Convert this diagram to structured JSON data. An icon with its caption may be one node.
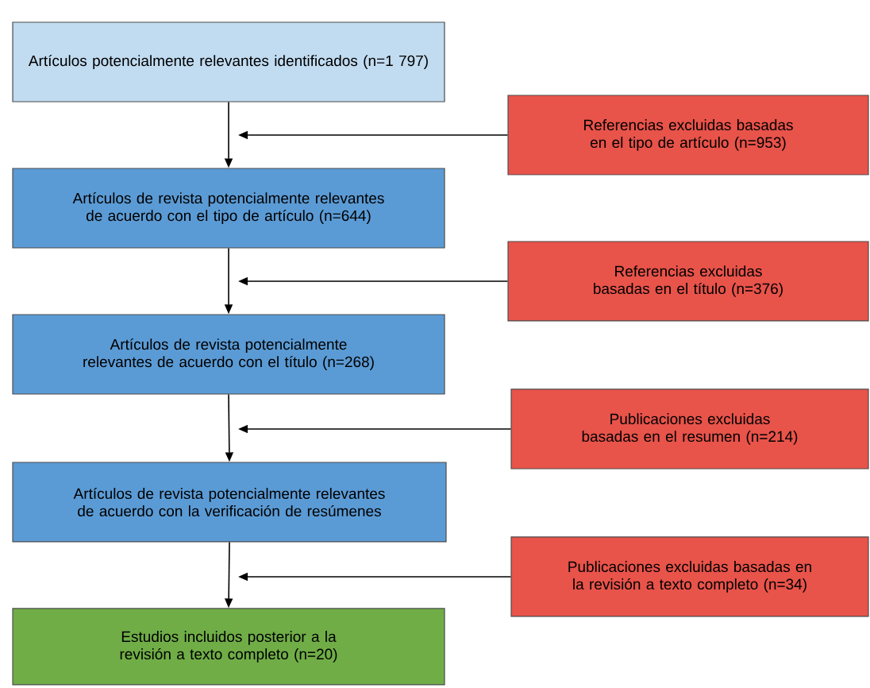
{
  "diagram": {
    "nodes": [
      {
        "text": [
          "Artículos potencialmente relevantes identificados (n=1 797)"
        ]
      },
      {
        "text": [
          "Artículos de revista potencialmente relevantes de acuerdo con el tipo de artículo (n=644)"
        ]
      },
      {
        "text": [
          "Artículos de revista potencialmente relevantes de acuerdo con el título (n=268)"
        ]
      },
      {
        "text": [
          "Artículos de revista potencialmente relevantes de acuerdo con la verificación de resúmenes"
        ]
      },
      {
        "text": [
          "Estudios incluidos posterior a la revisión a texto completo (n=20)"
        ]
      },
      {
        "text": [
          "Referencias excluidas basadas en el tipo de artículo (n=953)"
        ]
      },
      {
        "text": [
          "Referencias excluidas basadas en el título (n=376)"
        ]
      },
      {
        "text": [
          "Publicaciones excluidas basadas en el resumen (n=214)"
        ]
      },
      {
        "text": [
          "Publicaciones excluidas basadas en la revisión a texto completo (n=34)"
        ]
      }
    ],
    "edges": [
      {
        "from": 0,
        "to": 1,
        "arrow": "to"
      },
      {
        "from": 1,
        "to": 2,
        "arrow": "to"
      },
      {
        "from": 2,
        "to": 3,
        "arrow": "to"
      },
      {
        "from": 3,
        "to": 4,
        "arrow": "to"
      },
      {
        "from": 5,
        "to": null,
        "arrow": "to"
      },
      {
        "from": 6,
        "to": null,
        "arrow": "to"
      },
      {
        "from": 7,
        "to": null,
        "arrow": "to"
      },
      {
        "from": 8,
        "to": null,
        "arrow": "to"
      }
    ]
  }
}
